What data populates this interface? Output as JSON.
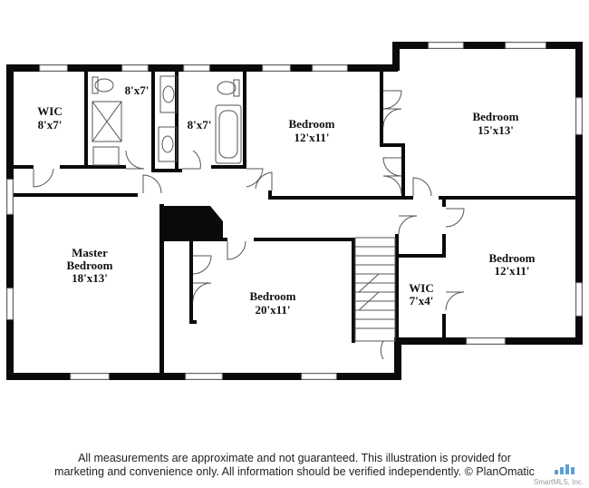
{
  "rooms": {
    "wic_master": {
      "name": "WIC",
      "size": "8'x7'"
    },
    "bath_1": {
      "size": "8'x7'"
    },
    "bath_2": {
      "size": "8'x7'"
    },
    "bedroom_mid": {
      "name": "Bedroom",
      "size": "12'x11'"
    },
    "bedroom_ne": {
      "name": "Bedroom",
      "size": "15'x13'"
    },
    "master": {
      "name_line1": "Master",
      "name_line2": "Bedroom",
      "size": "18'x13'"
    },
    "bedroom_center": {
      "name": "Bedroom",
      "size": "20'x11'"
    },
    "wic_small": {
      "name": "WIC",
      "size": "7'x4'"
    },
    "bedroom_e": {
      "name": "Bedroom",
      "size": "12'x11'"
    }
  },
  "footer": {
    "disclaimer_line1": "All measurements are approximate and not guaranteed. This illustration is provided for",
    "disclaimer_line2": "marketing and convenience only. All information should be verified independently. © PlanOmatic",
    "credit": "SmartMLS, Inc."
  },
  "colors": {
    "wall": "#0a0a0a",
    "fixture": "#555555",
    "window": "#bdbdbd",
    "brand": "#5aa0d8"
  }
}
